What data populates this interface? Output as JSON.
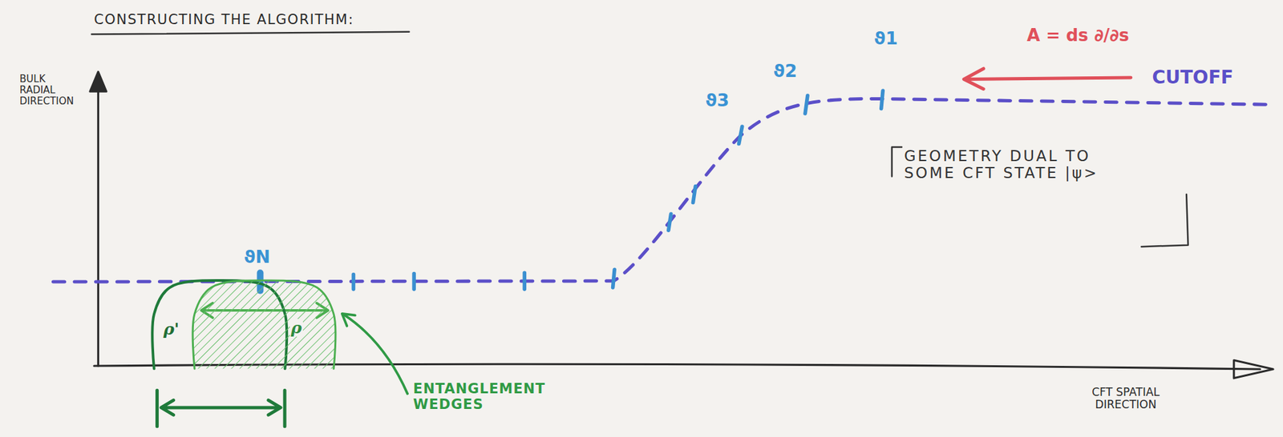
{
  "diagram": {
    "nodes": [
      {
        "text": [
          "ρ'"
        ]
      },
      {
        "text": [
          "ρ"
        ]
      }
    ],
    "labels": [
      "CONSTRUCTING THE ALGORITHM:",
      "BULK RADIAL DIRECTION",
      "ϑ1",
      "ϑ2",
      "ϑ3",
      "ϑN",
      "A = ds ∂/∂s",
      "CUTOFF",
      "GEOMETRY DUAL TO SOME CFT STATE |ψ>",
      "ENTANGLEMENT WEDGES",
      "CFT SPATIAL DIRECTION"
    ]
  }
}
